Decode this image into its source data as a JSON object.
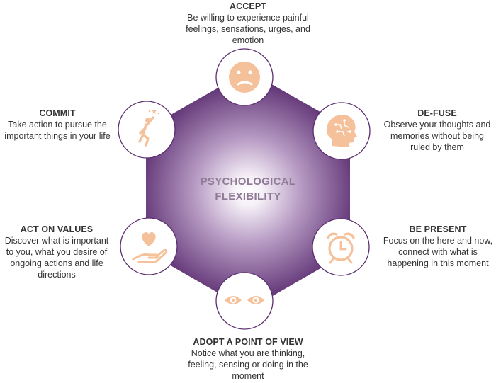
{
  "center": {
    "line1": "PSYCHOLOGICAL",
    "line2": "FLEXIBILITY"
  },
  "nodes": {
    "accept": {
      "title": "ACCEPT",
      "desc": "Be willing to experience painful feelings, sensations, urges, and emotion",
      "icon": "sad-face-icon"
    },
    "defuse": {
      "title": "DE-FUSE",
      "desc": "Observe your thoughts and memories without being ruled by them",
      "icon": "brain-head-icon"
    },
    "be_present": {
      "title": "BE PRESENT",
      "desc": "Focus on the here and now, connect with what is happening in this moment",
      "icon": "alarm-clock-icon"
    },
    "point_of_view": {
      "title": "ADOPT A POINT OF VIEW",
      "desc": "Notice what you are thinking, feeling, sensing or doing in the moment",
      "icon": "eyes-icon"
    },
    "values": {
      "title": "ACT ON VALUES",
      "desc": "Discover what is important to you,  what you desire of ongoing actions and life directions",
      "icon": "heart-hand-icon"
    },
    "commit": {
      "title": "COMMIT",
      "desc": "Take action to pursue the important things in your life",
      "icon": "jumping-person-icon"
    }
  },
  "colors": {
    "hexagon_center": "#ffffff",
    "hexagon_edge": "#55266b",
    "circle_border": "#5b2d70",
    "icon": "#f5c19a",
    "center_text": "#8e7a95"
  }
}
